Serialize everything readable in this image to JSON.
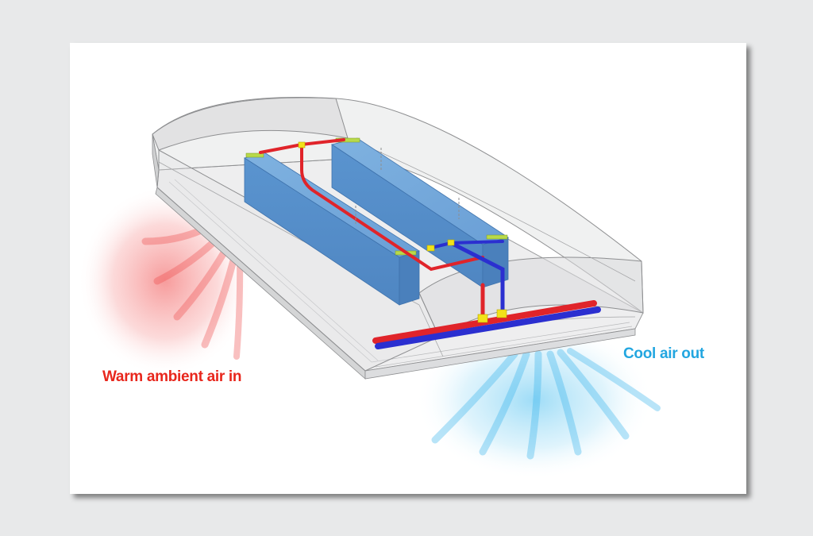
{
  "labels": {
    "warm_in": "Warm ambient air in",
    "cool_out": "Cool air out"
  },
  "colors": {
    "warm": "#e8261c",
    "cool": "#22a6e0",
    "coil": "#5b95cf",
    "pipe_hot": "#e0242a",
    "pipe_cold": "#2b2fd0",
    "fitting": "#f2e21a",
    "housing": "#d9dadb"
  },
  "icons": {
    "warm_airflow": "air-stream",
    "cool_airflow": "air-stream"
  }
}
